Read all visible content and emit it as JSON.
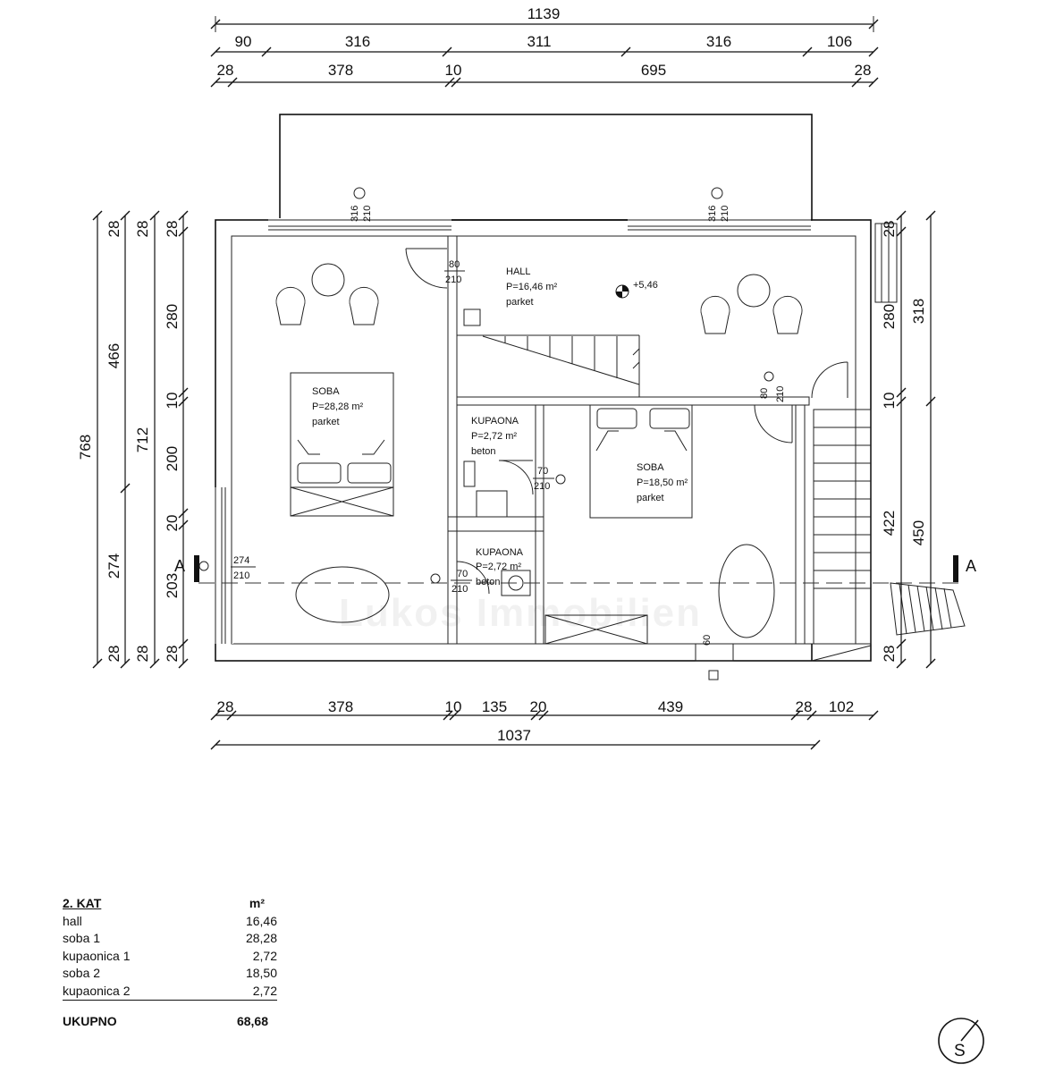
{
  "dims": {
    "top_total": "1139",
    "top_row2": [
      "90",
      "316",
      "311",
      "316",
      "106"
    ],
    "top_row3": [
      "28",
      "378",
      "10",
      "695",
      "28"
    ],
    "bottom_row1": [
      "28",
      "378",
      "10",
      "135",
      "20",
      "439",
      "28",
      "102"
    ],
    "bottom_total": "1037",
    "left_outer": "768",
    "left_mid": [
      "466",
      "274"
    ],
    "left_inner": "712",
    "left_row": [
      "28",
      "280",
      "10",
      "200",
      "20",
      "203",
      "28"
    ],
    "left_bottom_28": [
      "28",
      "28",
      "28"
    ],
    "left_top_28": [
      "28",
      "28",
      "28"
    ],
    "right_inner": [
      "28",
      "280",
      "10",
      "422",
      "28"
    ],
    "right_outer": [
      "318",
      "450"
    ]
  },
  "openings": {
    "win1": [
      "316",
      "210"
    ],
    "win2": [
      "316",
      "210"
    ],
    "door_hall": [
      "80",
      "210"
    ],
    "door_right": [
      "80",
      "210"
    ],
    "door_k1": [
      "70",
      "210"
    ],
    "door_k2": [
      "70",
      "210"
    ],
    "win_left": [
      "274",
      "210"
    ],
    "bottom_door": "60"
  },
  "rooms": {
    "hall": {
      "name": "HALL",
      "area": "P=16,46 m²",
      "floor": "parket"
    },
    "soba1": {
      "name": "SOBA",
      "area": "P=28,28 m²",
      "floor": "parket"
    },
    "kup1": {
      "name": "KUPAONA",
      "area": "P=2,72 m²",
      "floor": "beton"
    },
    "kup2": {
      "name": "KUPAONA",
      "area": "P=2,72 m²",
      "floor": "beton"
    },
    "soba2": {
      "name": "SOBA",
      "area": "P=18,50 m²",
      "floor": "parket"
    }
  },
  "level": "+5,46",
  "section_label": "A",
  "watermark": "Lukos Immobilien",
  "table": {
    "title": "2. KAT",
    "unit": "m²",
    "rows": [
      {
        "label": "hall",
        "value": "16,46"
      },
      {
        "label": "soba 1",
        "value": "28,28"
      },
      {
        "label": "kupaonica 1",
        "value": "2,72"
      },
      {
        "label": "soba 2",
        "value": "18,50"
      },
      {
        "label": "kupaonica 2",
        "value": "2,72"
      }
    ],
    "total_label": "UKUPNO",
    "total_value": "68,68"
  },
  "north": "S"
}
